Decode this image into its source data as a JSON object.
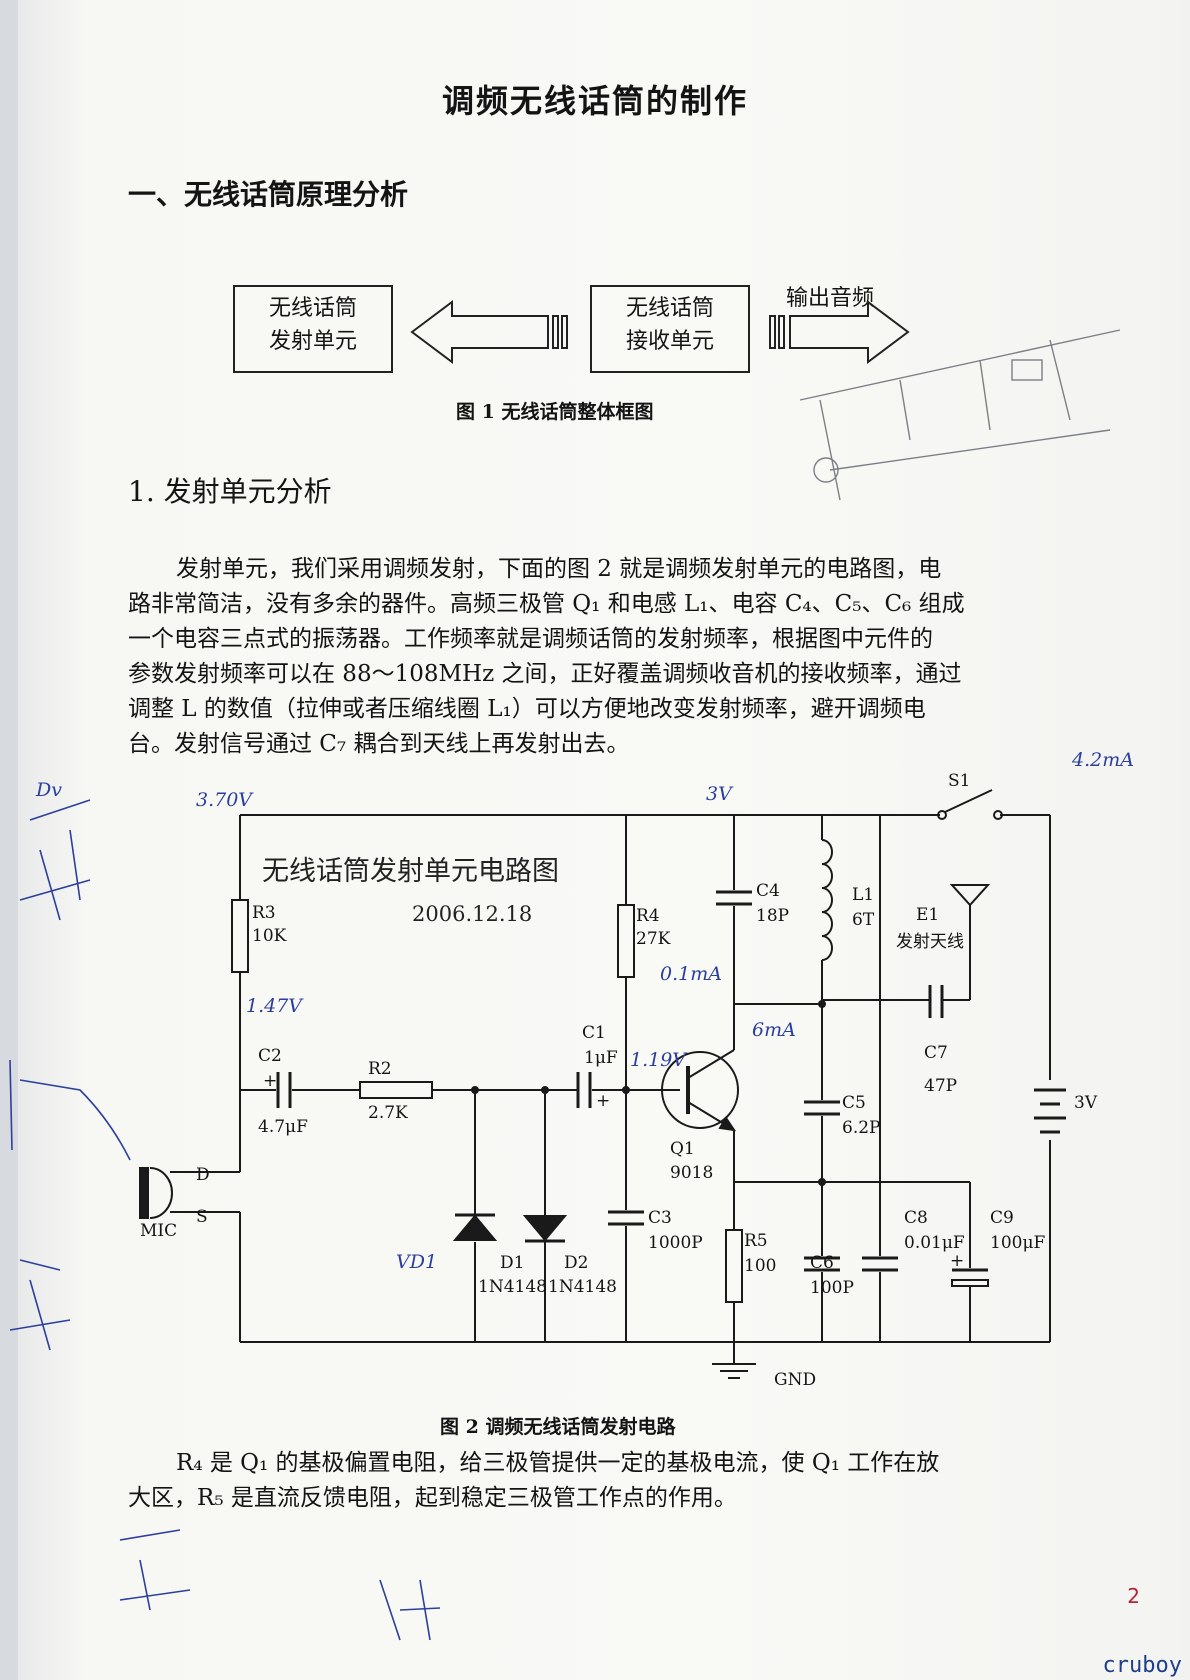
{
  "title": "调频无线话筒的制作",
  "section1": "一、无线话筒原理分析",
  "block_diagram": {
    "tx_line1": "无线话筒",
    "tx_line2": "发射单元",
    "rx_line1": "无线话筒",
    "rx_line2": "接收单元",
    "out_label": "输出音频",
    "caption": "图 1   无线话筒整体框图"
  },
  "section2": "1.  发射单元分析",
  "paragraph": [
    "发射单元，我们采用调频发射，下面的图 2 就是调频发射单元的电路图，电",
    "路非常简洁，没有多余的器件。高频三极管 Q₁ 和电感 L₁、电容 C₄、C₅、C₆ 组成",
    "一个电容三点式的振荡器。工作频率就是调频话筒的发射频率，根据图中元件的",
    "参数发射频率可以在 88～108MHz 之间，正好覆盖调频收音机的接收频率，通过",
    "调整 L 的数值（拉伸或者压缩线圈 L₁）可以方便地改变发射频率，避开调频电",
    "台。发射信号通过 C₇ 耦合到天线上再发射出去。"
  ],
  "circuit": {
    "title": "无线话筒发射单元电路图",
    "date": "2006.12.18",
    "caption": "图 2  调频无线话筒发射电路",
    "parts": {
      "r3": "R3",
      "r3v": "10K",
      "r4": "R4",
      "r4v": "27K",
      "c4": "C4",
      "c4v": "18P",
      "l1": "L1",
      "l1v": "6T",
      "e1": "E1",
      "e1v": "发射天线",
      "s1": "S1",
      "c2": "C2",
      "c2v": "4.7μF",
      "r2": "R2",
      "r2v": "2.7K",
      "c1": "C1",
      "c1v": "1μF",
      "c7": "C7",
      "c7v": "47P",
      "c5": "C5",
      "c5v": "6.2P",
      "q1": "Q1",
      "q1v": "9018",
      "bat": "3V",
      "mic": "MIC",
      "mic_d": "D",
      "mic_s": "S",
      "c3": "C3",
      "c3v": "1000P",
      "r5": "R5",
      "r5v": "100",
      "c6": "C6",
      "c6v": "100P",
      "c8": "C8",
      "c8v": "0.01μF",
      "c9": "C9",
      "c9v": "100μF",
      "d1": "D1",
      "d1v": "1N4148",
      "d2": "D2",
      "d2v": "1N4148",
      "gnd": "GND",
      "plus": "+"
    },
    "handnotes": {
      "n1": "3.70V",
      "n2": "3V",
      "n3": "1.47V",
      "n4": "1.19V",
      "n5": "6mA",
      "n6": "0.1mA",
      "n7": "VD1",
      "n8": "4.2mA",
      "n9": "Dv"
    }
  },
  "paragraph2": [
    "R₄ 是 Q₁ 的基极偏置电阻，给三极管提供一定的基极电流，使 Q₁ 工作在放",
    "大区，R₅ 是直流反馈电阻，起到稳定三极管工作点的作用。"
  ],
  "page_number": "2",
  "watermark": "cruboy"
}
